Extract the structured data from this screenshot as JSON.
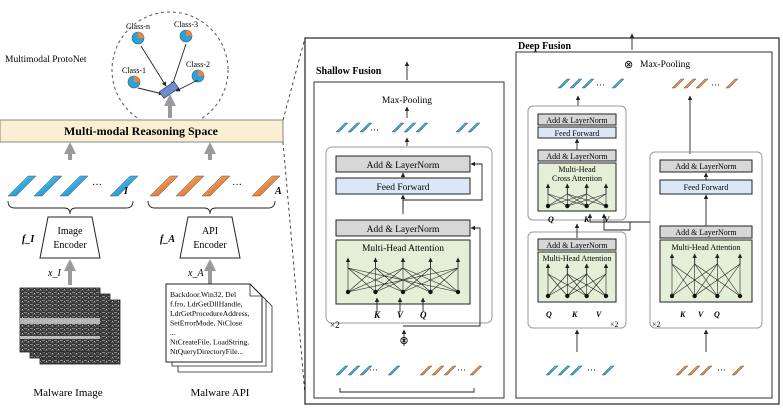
{
  "left": {
    "protonet_title": "Multimodal ProtoNet",
    "classes": [
      "Class-n",
      "Class-3",
      "Class-1",
      "Class-2"
    ],
    "reasoning_space": "Multi-modal Reasoning Space",
    "image_token_last": "I",
    "api_token_last": "A",
    "dots": "···",
    "image_encoder": {
      "symbol": "f_I",
      "line1": "Image",
      "line2": "Encoder",
      "input": "x_I"
    },
    "api_encoder": {
      "symbol": "f_A",
      "line1": "API",
      "line2": "Encoder",
      "input": "x_A"
    },
    "api_text": [
      "Backdoor.Win32, Del",
      "f.fro, LdrGetDllHandle,",
      "LdrGetProcedureAddress,",
      "SetErrorMode, NtClose",
      "...",
      "NtCreateFile, LoadString,",
      "NtQueryDirectoryFile..."
    ],
    "malware_image_label": "Malware Image",
    "malware_api_label": "Malware API"
  },
  "shallow": {
    "title": "Shallow Fusion",
    "max_pooling": "Max-Pooling",
    "add_norm": "Add & LayerNorm",
    "feed_forward": "Feed Forward",
    "mha": "Multi-Head Attention",
    "k": "K",
    "v": "V",
    "q": "Q",
    "repeat": "×2",
    "concat": "⊗"
  },
  "deep": {
    "title": "Deep Fusion",
    "max_pooling": "Max-Pooling",
    "concat": "⊗",
    "add_norm": "Add & LayerNorm",
    "feed_forward": "Feed Forward",
    "cross_attention": [
      "Multi-Head",
      "Cross Attention"
    ],
    "mha": "Multi-Head Attention",
    "k": "K",
    "v": "V",
    "q": "Q",
    "repeat": "×2"
  },
  "colors": {
    "image_token": "#2aa3dc",
    "api_token": "#e8843c",
    "add_norm": "#d7d7d7",
    "feed_forward": "#dbe6f6",
    "attention": "#e4efd8",
    "reasoning_space": "#fbeed2"
  }
}
